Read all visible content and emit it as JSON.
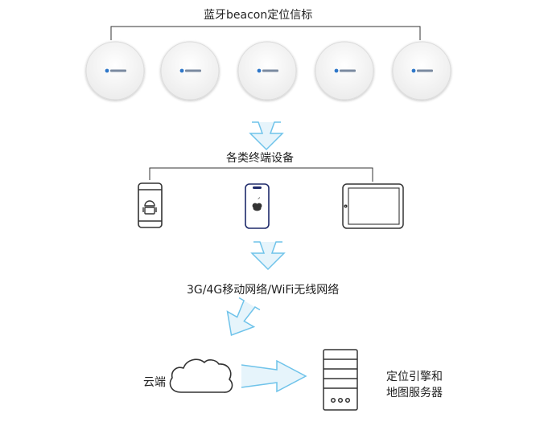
{
  "labels": {
    "beacon_title": "蓝牙beacon定位信标",
    "devices_title": "各类终端设备",
    "network_title": "3G/4G移动网络/WiFi无线网络",
    "cloud": "云端",
    "server_line1": "定位引擎和",
    "server_line2": "地图服务器"
  },
  "colors": {
    "line": "#333333",
    "arrow_stroke": "#6fc3ea",
    "arrow_fill": "#e6f4fb",
    "beacon_logo": "#2e77c9",
    "device_stroke": "#333333"
  },
  "icons": {
    "android": "android-icon",
    "apple": "apple-icon"
  }
}
